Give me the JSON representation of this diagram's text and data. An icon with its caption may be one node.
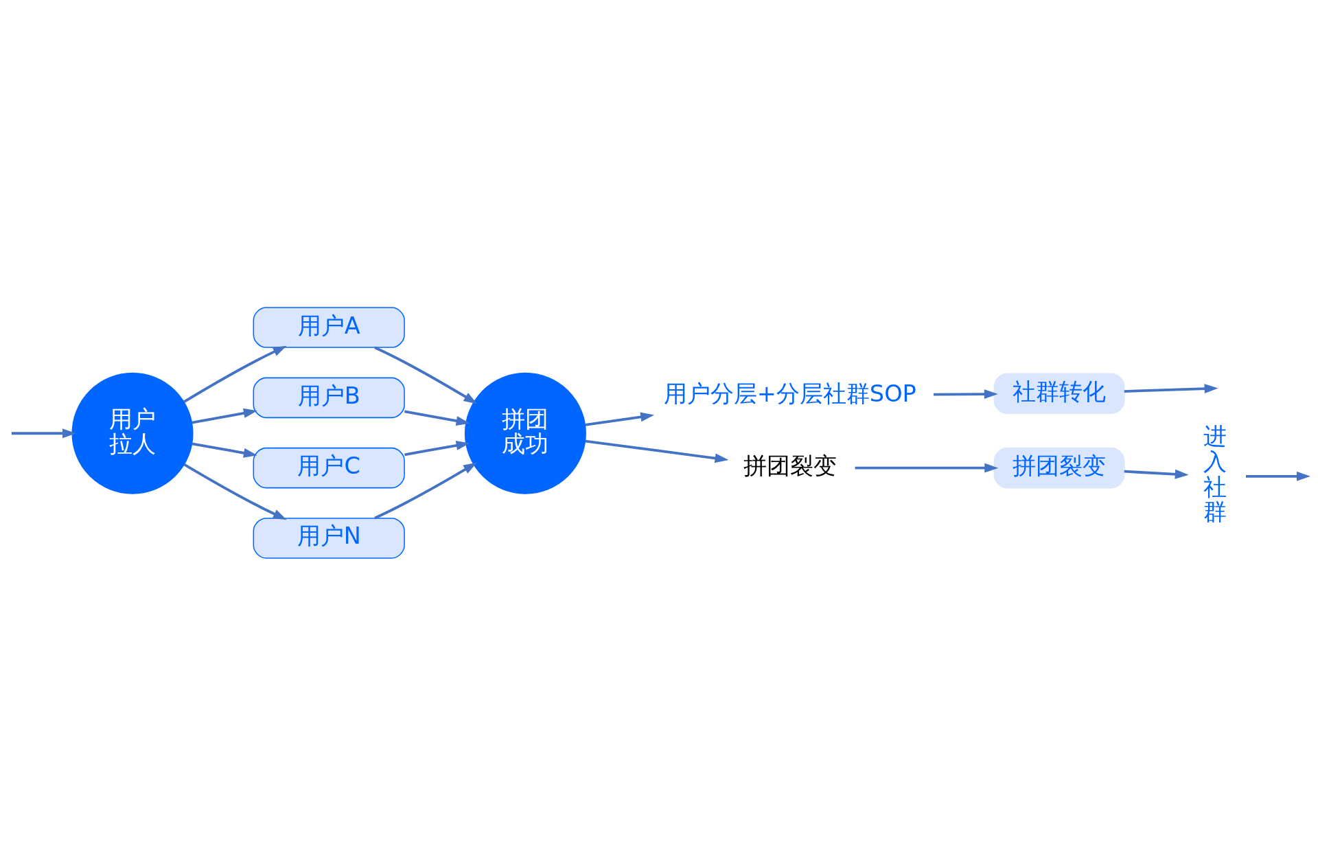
{
  "diagram": {
    "nodes": [
      {
        "text": [
          "社群转化"
        ]
      },
      {
        "text": [
          "用户分层+分层社群SOP"
        ]
      },
      {
        "text": [
          "用户拉人"
        ]
      },
      {
        "text": [
          "用户A"
        ]
      },
      {
        "text": [
          "用户B"
        ]
      },
      {
        "text": [
          "用户C"
        ]
      },
      {
        "text": [
          "用户N"
        ]
      },
      {
        "text": [
          "拼团成功"
        ]
      },
      {
        "text": [
          "拼团裂变"
        ]
      },
      {
        "text": [
          "拼团裂变"
        ]
      },
      {
        "text": [
          "进入社群"
        ]
      }
    ],
    "edges": [
      {
        "from": 7,
        "to": 1,
        "arrow": "to"
      },
      {
        "from": 1,
        "to": 0,
        "arrow": "to"
      },
      {
        "from": 0,
        "to": null,
        "arrow": "to"
      },
      {
        "from": null,
        "to": 2,
        "arrow": "to"
      },
      {
        "from": 2,
        "to": 3,
        "arrow": "to"
      },
      {
        "from": 2,
        "to": 4,
        "arrow": "to"
      },
      {
        "from": 2,
        "to": 5,
        "arrow": "to"
      },
      {
        "from": 2,
        "to": 6,
        "arrow": "to"
      },
      {
        "from": 3,
        "to": 7,
        "arrow": "to"
      },
      {
        "from": 4,
        "to": 7,
        "arrow": "to"
      },
      {
        "from": 5,
        "to": 7,
        "arrow": "to"
      },
      {
        "from": 6,
        "to": 7,
        "arrow": "to"
      },
      {
        "from": 7,
        "to": 8,
        "arrow": "to"
      },
      {
        "from": 8,
        "to": 9,
        "arrow": "to"
      },
      {
        "from": 9,
        "to": 10,
        "arrow": "to"
      },
      {
        "from": 10,
        "to": null,
        "arrow": "to"
      }
    ]
  }
}
